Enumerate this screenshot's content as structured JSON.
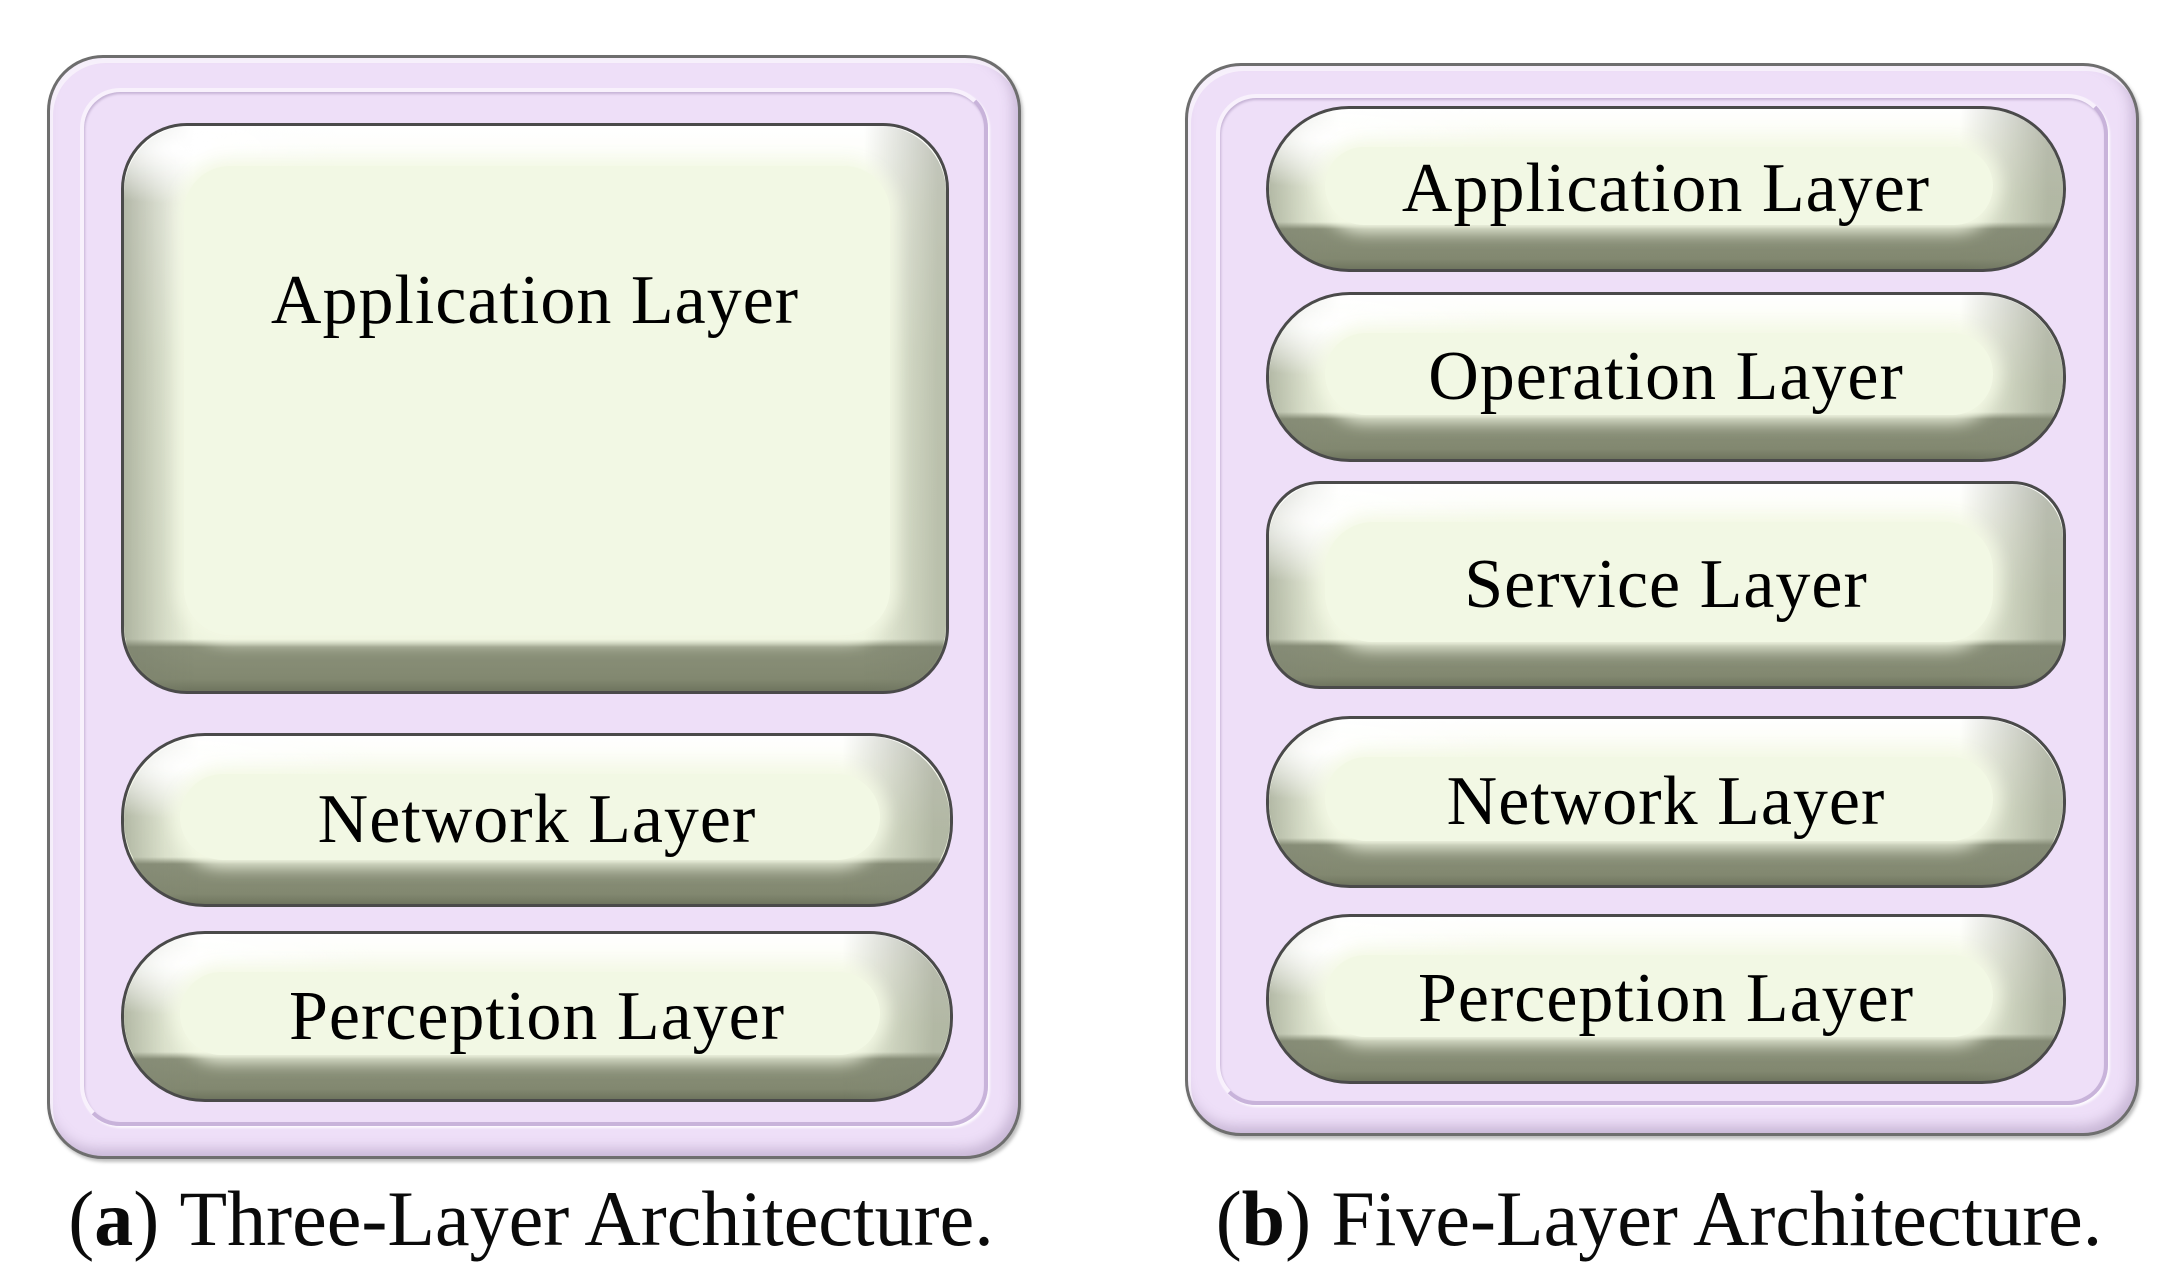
{
  "figure": {
    "panels": [
      {
        "name": "Three-Layer Architecture",
        "layers": [
          "Application Layer",
          "Network Layer",
          "Perception Layer"
        ],
        "caption": {
          "open": "(",
          "letter": "a",
          "close": ")",
          "text": "Three-Layer Architecture."
        }
      },
      {
        "name": "Five-Layer Architecture",
        "layers": [
          "Application Layer",
          "Operation Layer",
          "Service Layer",
          "Network Layer",
          "Perception Layer"
        ],
        "caption": {
          "open": "(",
          "letter": "b",
          "close": ")",
          "text": "Five-Layer Architecture."
        }
      }
    ],
    "colors": {
      "panel_fill": "#EEDFF8",
      "panel_border": "#6E6E6E",
      "ridge_light": "#F8F1FC",
      "ridge_dark": "#C8B3DA",
      "box_face": "#F2F8E4",
      "box_band": "#8A9079",
      "box_band_dark": "#6F755F",
      "box_border": "#4A4A4A",
      "label_text": "#000000",
      "background": "#FFFFFF"
    }
  }
}
